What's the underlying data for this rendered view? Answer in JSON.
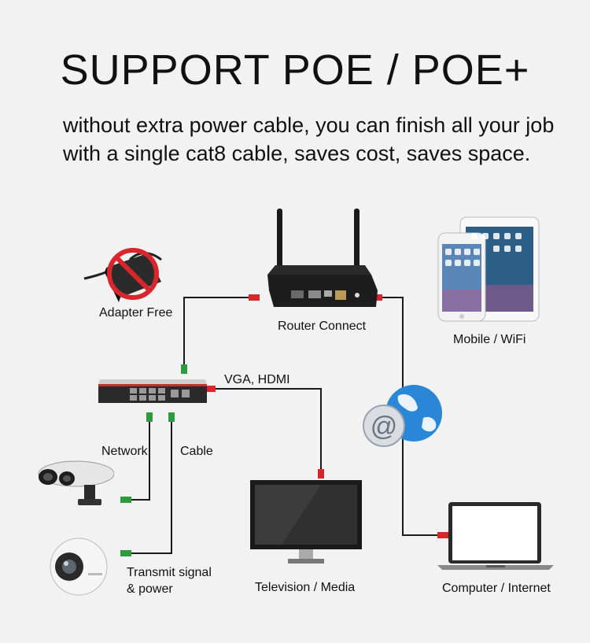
{
  "header": {
    "title": "SUPPORT POE / POE+",
    "line1": "without extra power cable, you can finish all your job",
    "line2": "with a single cat8 cable, saves cost, saves space."
  },
  "labels": {
    "adapter": "Adapter Free",
    "router": "Router Connect",
    "mobile": "Mobile / WiFi",
    "vga": "VGA, HDMI",
    "network": "Network",
    "cable": "Cable",
    "transmit1": "Transmit signal",
    "transmit2": "& power",
    "tv": "Television / Media",
    "computer": "Computer / Internet"
  },
  "colors": {
    "wire": "#1a1a1a",
    "red_plug": "#d9262c",
    "green_plug": "#2e9b3e"
  }
}
